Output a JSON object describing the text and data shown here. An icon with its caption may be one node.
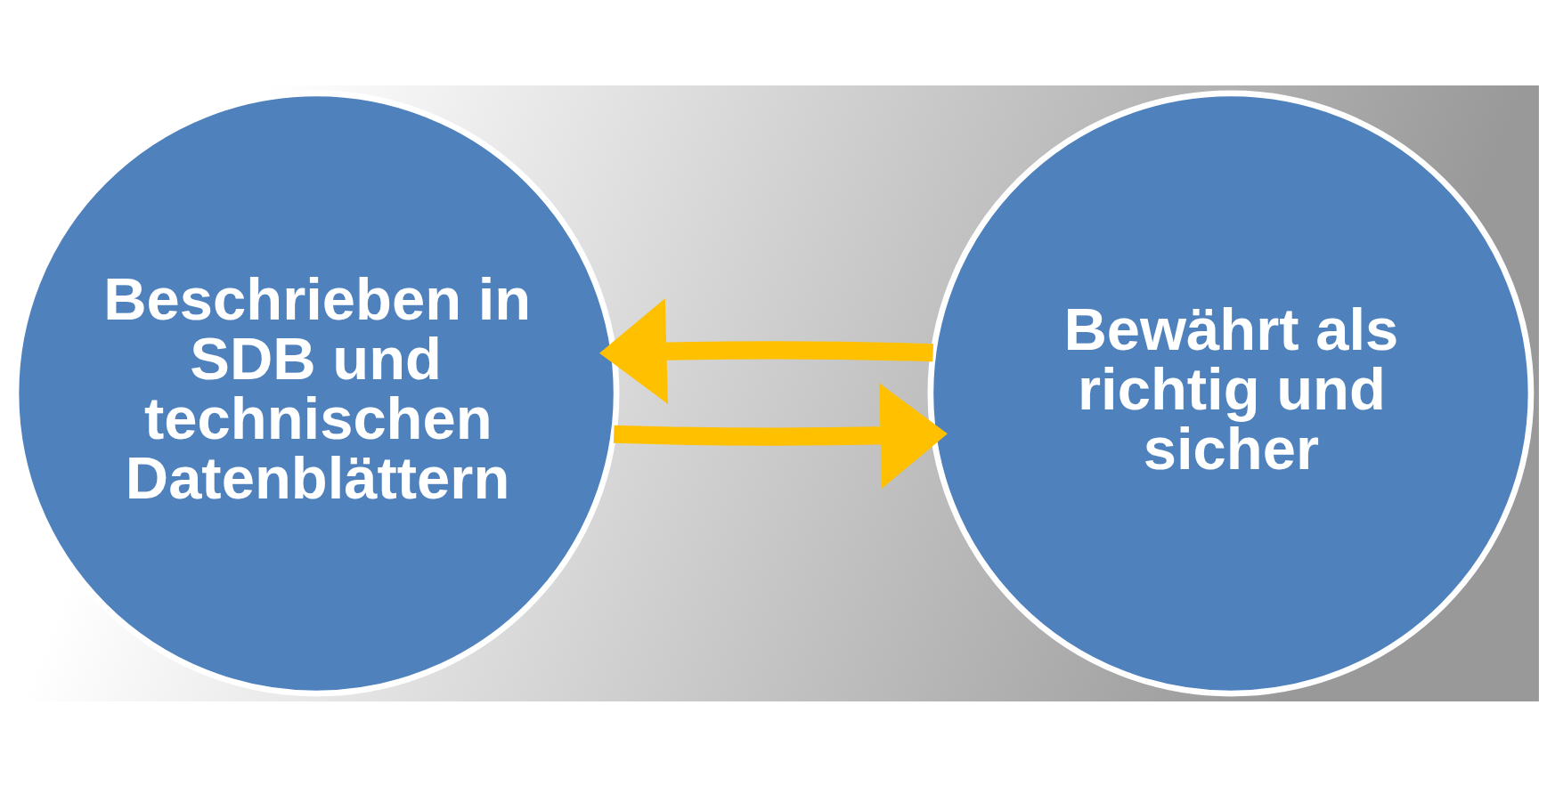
{
  "diagram": {
    "nodes": [
      {
        "text": [
          "Beschrieben in SDB und technischen Datenblättern"
        ]
      },
      {
        "text": [
          "Bewährt als richtig und sicher"
        ]
      }
    ],
    "edges": [
      {
        "from": 0,
        "to": 1,
        "arrow": "to",
        "color": "#ffc000"
      },
      {
        "from": 1,
        "to": 0,
        "arrow": "to",
        "color": "#ffc000"
      }
    ]
  }
}
